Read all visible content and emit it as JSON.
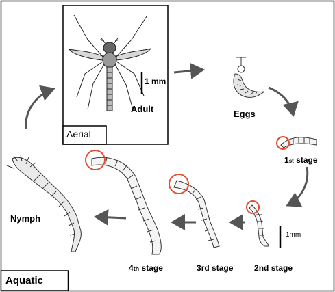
{
  "diagram": {
    "title": "",
    "panels": {
      "aerial": "Aerial",
      "aquatic": "Aquatic"
    },
    "stages": {
      "adult": "Adult",
      "eggs": "Eggs",
      "first": {
        "num": "1",
        "suffix": "st",
        "word": " stage"
      },
      "second": {
        "num": "2",
        "suffix": "nd",
        "word": " stage"
      },
      "third": {
        "num": "3",
        "suffix": "rd",
        "word": " stage"
      },
      "fourth": {
        "num": "4",
        "suffix": "th",
        "word": " stage"
      },
      "nymph": "Nymph"
    },
    "scale_bars": {
      "adult": "1 mm",
      "larva": "1mm"
    },
    "colors": {
      "highlight": "#e0502e",
      "ink": "#000000",
      "arrow": "#555555"
    }
  }
}
